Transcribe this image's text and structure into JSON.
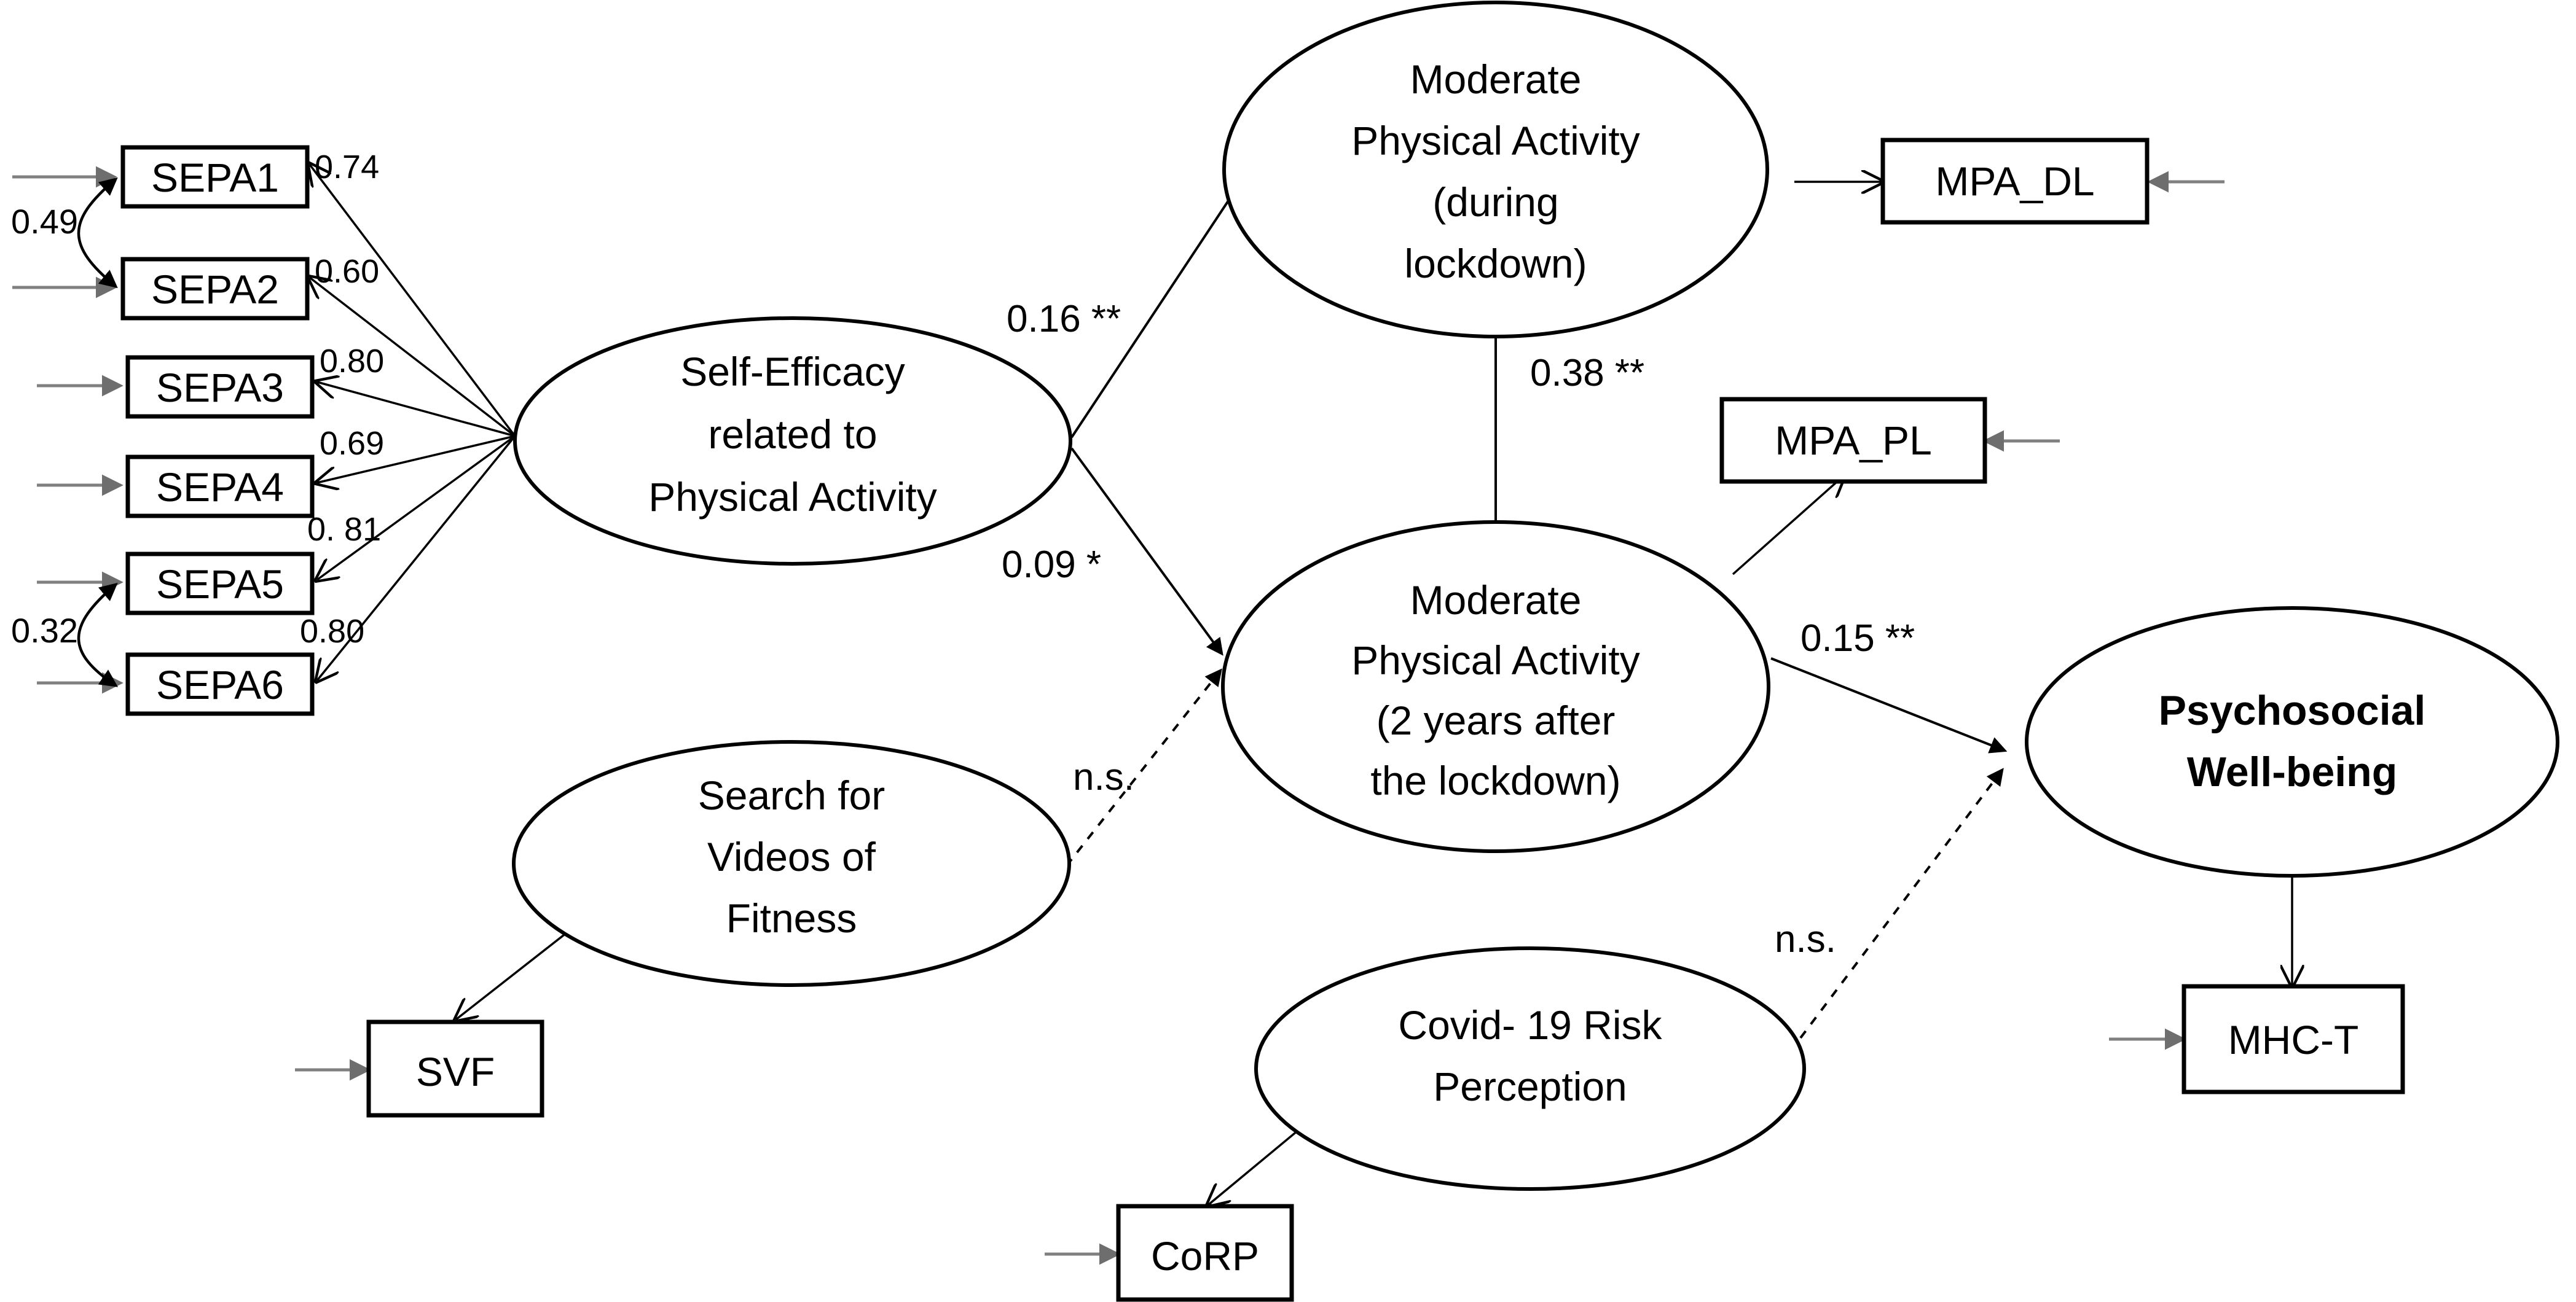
{
  "figure": {
    "type": "sem-path-diagram",
    "title": "Structural equation model of self-efficacy, physical activity and psychosocial well-being"
  },
  "indicators": [
    {
      "id": "SEPA1",
      "label": "SEPA1"
    },
    {
      "id": "SEPA2",
      "label": "SEPA2"
    },
    {
      "id": "SEPA3",
      "label": "SEPA3"
    },
    {
      "id": "SEPA4",
      "label": "SEPA4"
    },
    {
      "id": "SEPA5",
      "label": "SEPA5"
    },
    {
      "id": "SEPA6",
      "label": "SEPA6"
    },
    {
      "id": "MPA_DL",
      "label": "MPA_DL"
    },
    {
      "id": "MPA_PL",
      "label": "MPA_PL"
    },
    {
      "id": "SVF",
      "label": "SVF"
    },
    {
      "id": "CoRP",
      "label": "CoRP"
    },
    {
      "id": "MHC-T",
      "label": "MHC-T"
    }
  ],
  "latents": [
    {
      "id": "SEPA",
      "lines": [
        "Self-Efficacy",
        "related to",
        "Physical Activity"
      ],
      "bold": false
    },
    {
      "id": "MPA_during",
      "lines": [
        "Moderate",
        "Physical Activity",
        "(during",
        "lockdown)"
      ],
      "bold": false
    },
    {
      "id": "MPA_after",
      "lines": [
        "Moderate",
        "Physical Activity",
        "(2 years after",
        "the lockdown)"
      ],
      "bold": false
    },
    {
      "id": "SVF_latent",
      "lines": [
        "Search for",
        "Videos of",
        "Fitness"
      ],
      "bold": false
    },
    {
      "id": "CoRP_latent",
      "lines": [
        "Covid- 19 Risk",
        "Perception"
      ],
      "bold": false
    },
    {
      "id": "PWB",
      "lines": [
        "Psychosocial",
        "Well-being"
      ],
      "bold": true
    }
  ],
  "loadings": [
    {
      "indicator": "SEPA1",
      "value": "0.74"
    },
    {
      "indicator": "SEPA2",
      "value": "0.60"
    },
    {
      "indicator": "SEPA3",
      "value": "0.80"
    },
    {
      "indicator": "SEPA4",
      "value": "0.69"
    },
    {
      "indicator": "SEPA5",
      "value": "0. 81"
    },
    {
      "indicator": "SEPA6",
      "value": "0.80"
    }
  ],
  "correlations": [
    {
      "between": [
        "SEPA1",
        "SEPA2"
      ],
      "value": "0.49"
    },
    {
      "between": [
        "SEPA5",
        "SEPA6"
      ],
      "value": "0.32"
    }
  ],
  "paths": [
    {
      "from": "SEPA",
      "to": "MPA_during",
      "label": "0.16 **",
      "style": "solid"
    },
    {
      "from": "SEPA",
      "to": "MPA_after",
      "label": "0.09 *",
      "style": "solid"
    },
    {
      "from": "MPA_during",
      "to": "MPA_after",
      "label": "0.38 **",
      "style": "solid"
    },
    {
      "from": "MPA_after",
      "to": "PWB",
      "label": "0.15 **",
      "style": "solid"
    },
    {
      "from": "SVF_latent",
      "to": "MPA_after",
      "label": "n.s.",
      "style": "dashed"
    },
    {
      "from": "CoRP_latent",
      "to": "PWB",
      "label": "n.s.",
      "style": "dashed"
    }
  ],
  "chart_data": {
    "type": "diagram",
    "title": "Structural equation model",
    "nodes": [
      {
        "id": "SEPA1",
        "kind": "observed",
        "label": "SEPA1"
      },
      {
        "id": "SEPA2",
        "kind": "observed",
        "label": "SEPA2"
      },
      {
        "id": "SEPA3",
        "kind": "observed",
        "label": "SEPA3"
      },
      {
        "id": "SEPA4",
        "kind": "observed",
        "label": "SEPA4"
      },
      {
        "id": "SEPA5",
        "kind": "observed",
        "label": "SEPA5"
      },
      {
        "id": "SEPA6",
        "kind": "observed",
        "label": "SEPA6"
      },
      {
        "id": "MPA_DL",
        "kind": "observed",
        "label": "MPA_DL"
      },
      {
        "id": "MPA_PL",
        "kind": "observed",
        "label": "MPA_PL"
      },
      {
        "id": "SVF",
        "kind": "observed",
        "label": "SVF"
      },
      {
        "id": "CoRP",
        "kind": "observed",
        "label": "CoRP"
      },
      {
        "id": "MHC-T",
        "kind": "observed",
        "label": "MHC-T"
      },
      {
        "id": "SEPA",
        "kind": "latent",
        "label": "Self-Efficacy related to Physical Activity"
      },
      {
        "id": "MPA_during",
        "kind": "latent",
        "label": "Moderate Physical Activity (during lockdown)"
      },
      {
        "id": "MPA_after",
        "kind": "latent",
        "label": "Moderate Physical Activity (2 years after the lockdown)"
      },
      {
        "id": "SVF_latent",
        "kind": "latent",
        "label": "Search for Videos of Fitness"
      },
      {
        "id": "CoRP_latent",
        "kind": "latent",
        "label": "Covid- 19 Risk Perception"
      },
      {
        "id": "PWB",
        "kind": "latent",
        "label": "Psychosocial Well-being"
      }
    ],
    "edges": [
      {
        "from": "SEPA",
        "to": "SEPA1",
        "value": 0.74,
        "label": "0.74",
        "kind": "loading"
      },
      {
        "from": "SEPA",
        "to": "SEPA2",
        "value": 0.6,
        "label": "0.60",
        "kind": "loading"
      },
      {
        "from": "SEPA",
        "to": "SEPA3",
        "value": 0.8,
        "label": "0.80",
        "kind": "loading"
      },
      {
        "from": "SEPA",
        "to": "SEPA4",
        "value": 0.69,
        "label": "0.69",
        "kind": "loading"
      },
      {
        "from": "SEPA",
        "to": "SEPA5",
        "value": 0.81,
        "label": "0. 81",
        "kind": "loading"
      },
      {
        "from": "SEPA",
        "to": "SEPA6",
        "value": 0.8,
        "label": "0.80",
        "kind": "loading"
      },
      {
        "from": "MPA_during",
        "to": "MPA_DL",
        "value": null,
        "label": "",
        "kind": "loading"
      },
      {
        "from": "MPA_after",
        "to": "MPA_PL",
        "value": null,
        "label": "",
        "kind": "loading"
      },
      {
        "from": "SVF_latent",
        "to": "SVF",
        "value": null,
        "label": "",
        "kind": "loading"
      },
      {
        "from": "CoRP_latent",
        "to": "CoRP",
        "value": null,
        "label": "",
        "kind": "loading"
      },
      {
        "from": "PWB",
        "to": "MHC-T",
        "value": null,
        "label": "",
        "kind": "loading"
      },
      {
        "from": "SEPA",
        "to": "MPA_during",
        "value": 0.16,
        "label": "0.16 **",
        "kind": "structural",
        "significance": "**"
      },
      {
        "from": "SEPA",
        "to": "MPA_after",
        "value": 0.09,
        "label": "0.09 *",
        "kind": "structural",
        "significance": "*"
      },
      {
        "from": "MPA_during",
        "to": "MPA_after",
        "value": 0.38,
        "label": "0.38 **",
        "kind": "structural",
        "significance": "**"
      },
      {
        "from": "MPA_after",
        "to": "PWB",
        "value": 0.15,
        "label": "0.15 **",
        "kind": "structural",
        "significance": "**"
      },
      {
        "from": "SVF_latent",
        "to": "MPA_after",
        "value": null,
        "label": "n.s.",
        "kind": "structural",
        "significance": "n.s."
      },
      {
        "from": "CoRP_latent",
        "to": "PWB",
        "value": null,
        "label": "n.s.",
        "kind": "structural",
        "significance": "n.s."
      },
      {
        "between": [
          "SEPA1",
          "SEPA2"
        ],
        "value": 0.49,
        "label": "0.49",
        "kind": "covariance"
      },
      {
        "between": [
          "SEPA5",
          "SEPA6"
        ],
        "value": 0.32,
        "label": "0.32",
        "kind": "covariance"
      }
    ]
  }
}
